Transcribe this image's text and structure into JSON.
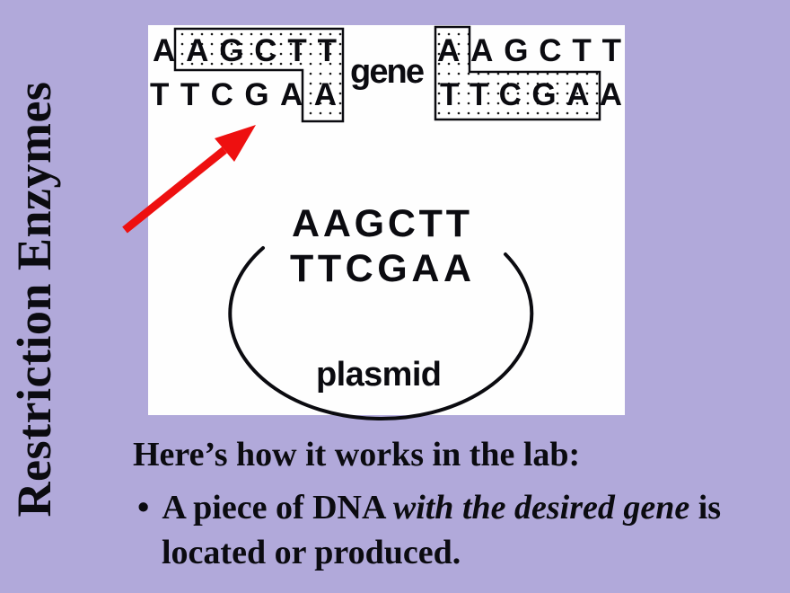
{
  "slide": {
    "title": "Restriction Enzymes"
  },
  "colors": {
    "bg": "#b1a9da",
    "ink": "#0b0b10",
    "panel": "#fefefe",
    "red": "#ee1010"
  },
  "diagram": {
    "left_fragment": {
      "top_strand": "AAGCTT",
      "bottom_strand": "TTCGAA"
    },
    "gene_label": "gene",
    "right_fragment": {
      "top_strand": "AAGCTT",
      "bottom_strand": "TTCGAA"
    },
    "plasmid": {
      "top_strand": "AAGCTT",
      "bottom_strand": "TTCGAA",
      "label": "plasmid"
    }
  },
  "caption": {
    "heading": "Here’s how it works in the lab:",
    "bullet": "•",
    "line1_normal1": "A piece of DNA ",
    "line1_italic": "with the desired gene",
    "line1_normal2": " is",
    "line2": "located or produced."
  }
}
